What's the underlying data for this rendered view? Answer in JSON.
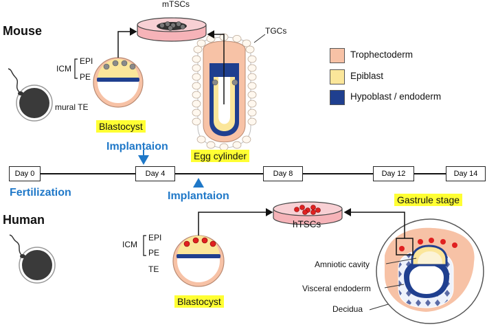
{
  "legend": [
    {
      "label": "Trophectoderm",
      "color": "#f7c2a6"
    },
    {
      "label": "Epiblast",
      "color": "#fbe69a"
    },
    {
      "label": "Hypoblast / endoderm",
      "color": "#1f3f8f"
    }
  ],
  "mouse": {
    "title": "Mouse",
    "mtscs": "mTSCs",
    "icm": "ICM",
    "epi": "EPI",
    "pe": "PE",
    "mural_te": "mural TE",
    "blastocyst": "Blastocyst",
    "tgcs": "TGCs",
    "egg_cylinder": "Egg cylinder",
    "implantation": "Implantaion"
  },
  "timeline": {
    "days": [
      "Day 0",
      "Day 4",
      "Day 8",
      "Day 12",
      "Day 14"
    ],
    "fertilization": "Fertilization"
  },
  "human": {
    "title": "Human",
    "implantation": "Implantaion",
    "gastrule_stage": "Gastrule stage",
    "htscs": "hTSCs",
    "icm": "ICM",
    "epi": "EPI",
    "pe": "PE",
    "te": "TE",
    "blastocyst": "Blastocyst",
    "amniotic_cavity": "Amniotic cavity",
    "visceral_endoderm": "Visceral endoderm",
    "decidua": "Decidua"
  }
}
